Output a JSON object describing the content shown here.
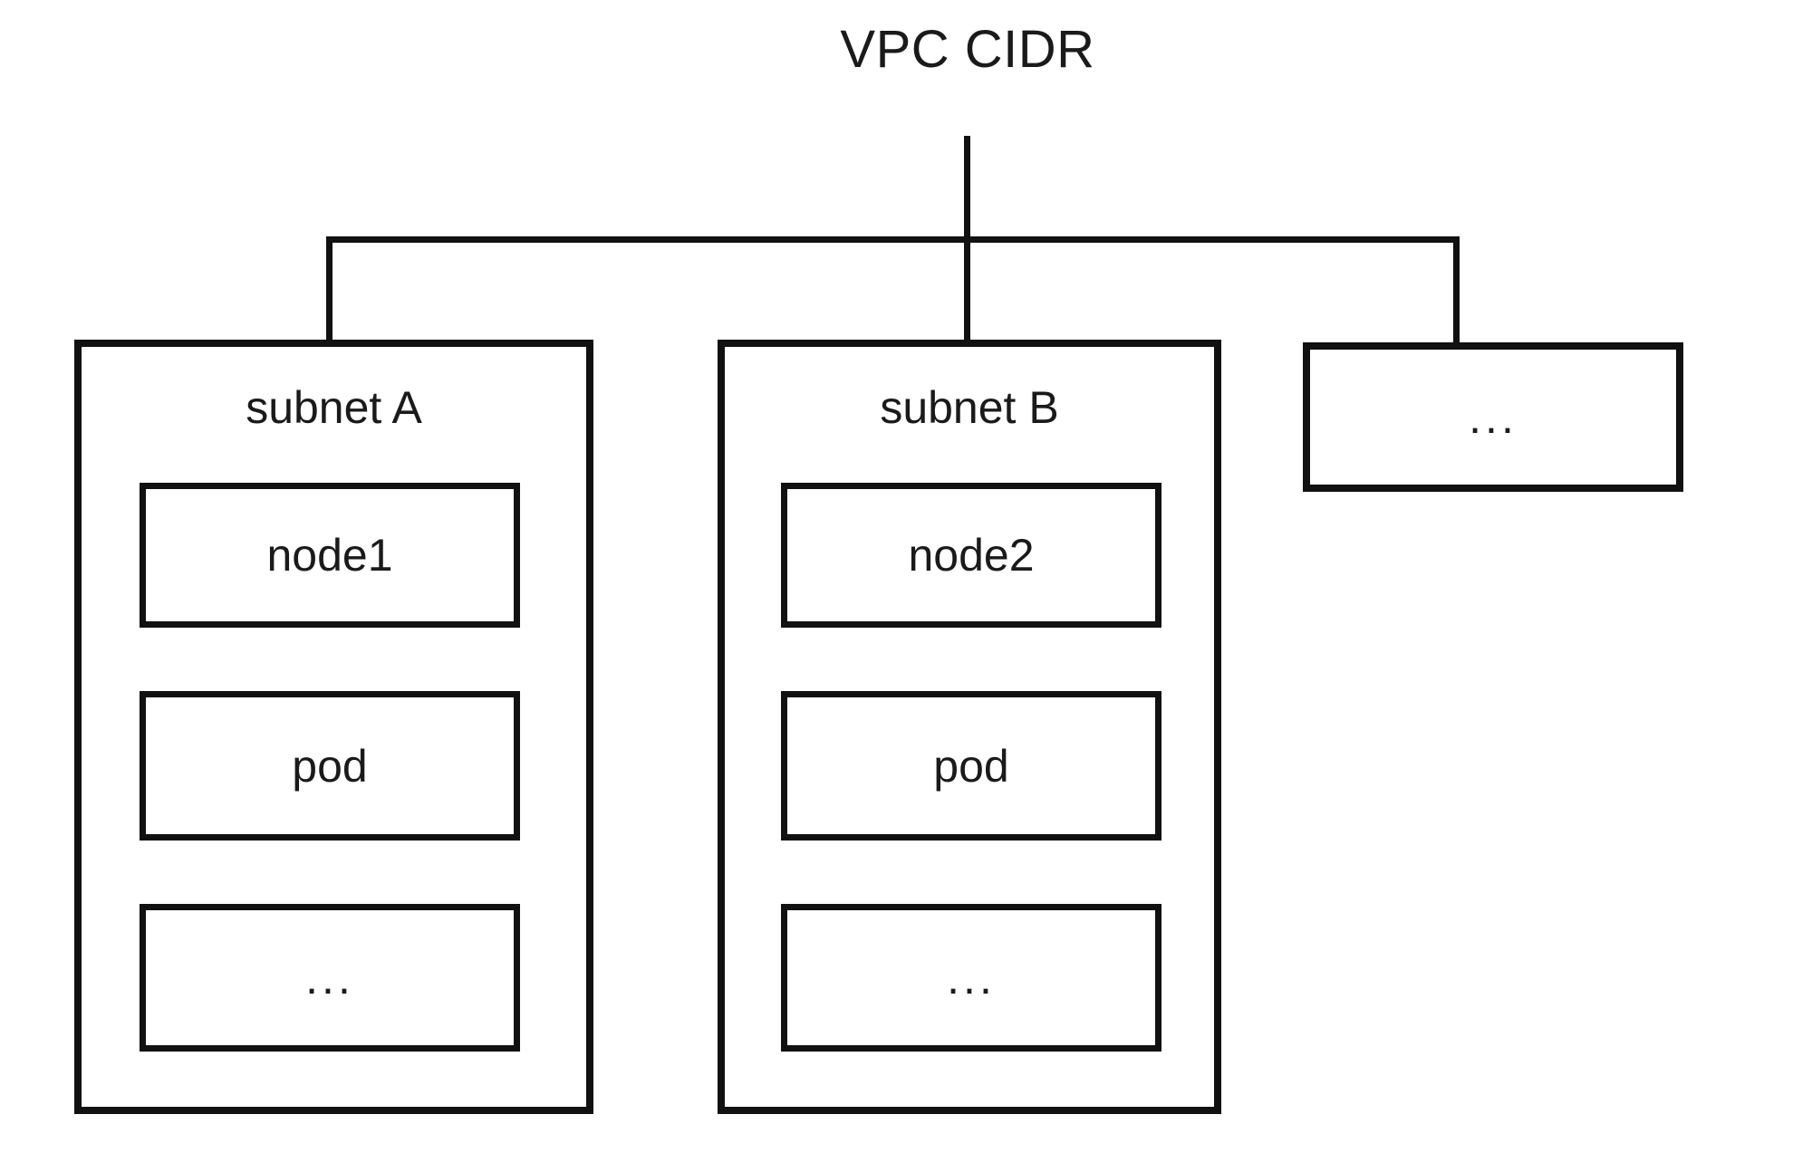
{
  "diagram": {
    "title": "VPC CIDR",
    "type": "network-topology-tree",
    "colors": {
      "stroke": "#111111",
      "text": "#1a1a1a",
      "background": "#ffffff"
    },
    "root": {
      "label": "VPC CIDR"
    },
    "children": [
      {
        "id": "subnet-a",
        "label": "subnet A",
        "items": [
          {
            "id": "node1",
            "label": "node1"
          },
          {
            "id": "pod-a",
            "label": "pod"
          },
          {
            "id": "more-a",
            "label": "..."
          }
        ]
      },
      {
        "id": "subnet-b",
        "label": "subnet B",
        "items": [
          {
            "id": "node2",
            "label": "node2"
          },
          {
            "id": "pod-b",
            "label": "pod"
          },
          {
            "id": "more-b",
            "label": "..."
          }
        ]
      },
      {
        "id": "more-subnet",
        "label": "...",
        "items": []
      }
    ]
  }
}
